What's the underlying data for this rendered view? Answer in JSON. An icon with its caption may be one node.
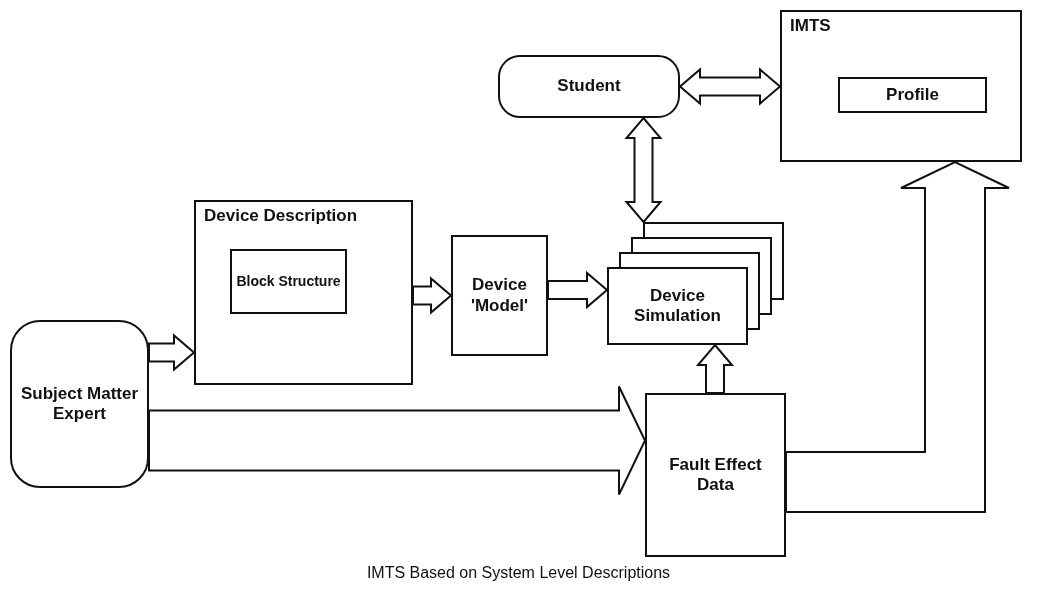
{
  "diagram": {
    "caption": "IMTS Based on System Level Descriptions",
    "nodes": [
      {
        "text": [
          "Student"
        ]
      },
      {
        "text": [
          "IMTS"
        ]
      },
      {
        "text": [
          "Profile"
        ],
        "in": 1
      },
      {
        "text": [
          "Device Description"
        ]
      },
      {
        "text": [
          "Block Structure"
        ],
        "in": 3
      },
      {
        "text": [
          "Device 'Model'"
        ]
      },
      {
        "text": [
          "Device Simulation"
        ]
      },
      {
        "text": [
          "Subject Matter Expert"
        ]
      },
      {
        "text": [
          "Fault Effect Data"
        ]
      }
    ],
    "edges": [
      {
        "from": 0,
        "to": 1,
        "arrow": "both"
      },
      {
        "from": 6,
        "to": 0,
        "arrow": "both"
      },
      {
        "from": 7,
        "to": 3,
        "arrow": "to"
      },
      {
        "from": 3,
        "to": 5,
        "arrow": "to"
      },
      {
        "from": 5,
        "to": 6,
        "arrow": "to"
      },
      {
        "from": 7,
        "to": 8,
        "arrow": "to",
        "style": "thick"
      },
      {
        "from": 8,
        "to": 6,
        "arrow": "to"
      },
      {
        "from": 8,
        "to": 1,
        "arrow": "to",
        "style": "thick"
      }
    ]
  }
}
